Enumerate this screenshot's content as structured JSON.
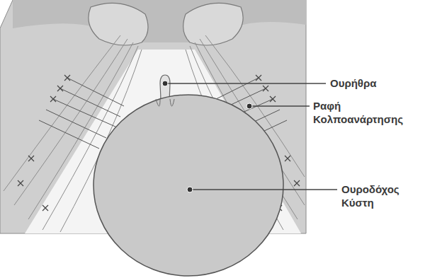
{
  "diagram": {
    "labels": [
      "Ουρήθρα",
      "Ραφή Κολποανάρτησης",
      "Ουροδόχος Κύστη"
    ]
  }
}
